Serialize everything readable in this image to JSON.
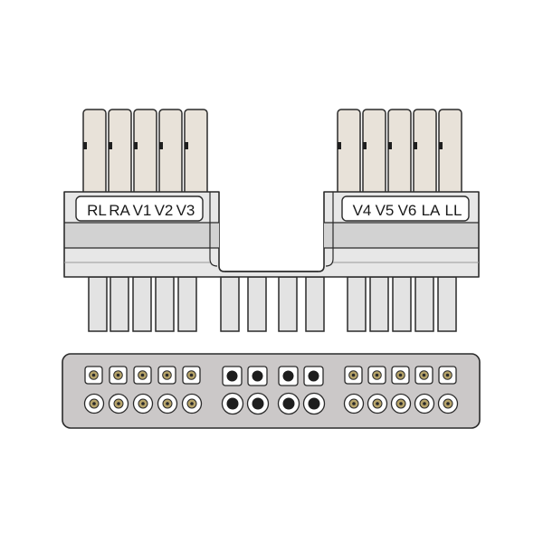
{
  "connector": {
    "left_lead_labels": [
      "RL",
      "RA",
      "V1",
      "V2",
      "V3"
    ],
    "right_lead_labels": [
      "V4",
      "V5",
      "V6",
      "LA",
      "LL"
    ]
  },
  "colors": {
    "outline": "#2a2a2a",
    "pin_body": "#e8e2d9",
    "housing": "#e7e7e7",
    "housing_band": "#cfcfcf",
    "face_plate": "#cbc8c8",
    "socket_dark": "#1e1e1e",
    "socket_gold": "#b7a46a"
  }
}
